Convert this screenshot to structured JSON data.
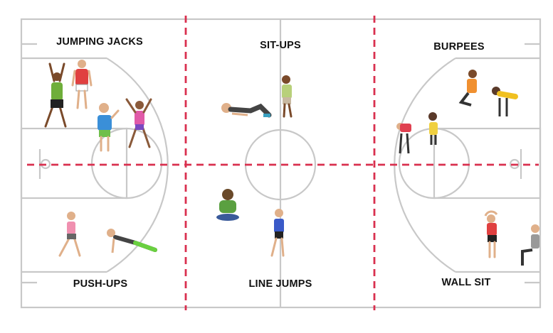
{
  "stations": [
    {
      "id": "jumping-jacks",
      "label": "JUMPING JACKS"
    },
    {
      "id": "sit-ups",
      "label": "SIT-UPS"
    },
    {
      "id": "burpees",
      "label": "BURPEES"
    },
    {
      "id": "push-ups",
      "label": "PUSH-UPS"
    },
    {
      "id": "line-jumps",
      "label": "LINE JUMPS"
    },
    {
      "id": "wall-sit",
      "label": "WALL SIT"
    }
  ],
  "colors": {
    "court_line": "#c8c8c8",
    "divider": "#d9304f",
    "label_text": "#111111"
  },
  "icons": [
    "jumping-person-icon",
    "situp-person-icon",
    "burpee-person-icon",
    "pushup-person-icon",
    "line-jump-person-icon",
    "wall-sit-person-icon"
  ]
}
